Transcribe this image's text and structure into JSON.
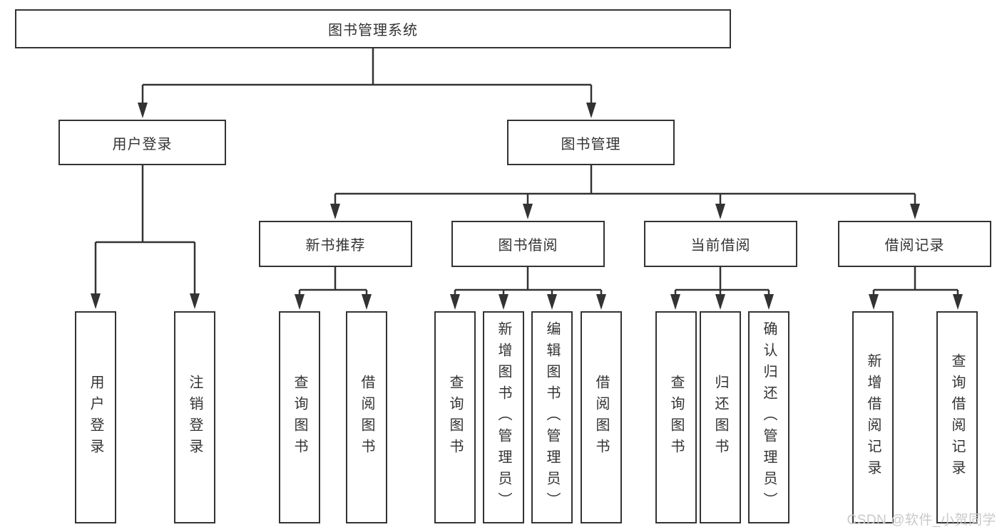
{
  "diagram": {
    "root": {
      "label": "图书管理系统"
    },
    "level2": [
      {
        "label": "用户登录"
      },
      {
        "label": "图书管理"
      }
    ],
    "level3": [
      {
        "label": "新书推荐",
        "parent": "图书管理"
      },
      {
        "label": "图书借阅",
        "parent": "图书管理"
      },
      {
        "label": "当前借阅",
        "parent": "图书管理"
      },
      {
        "label": "借阅记录",
        "parent": "图书管理"
      }
    ],
    "leaves": [
      {
        "label": "用户登录",
        "parent": "用户登录"
      },
      {
        "label": "注销登录",
        "parent": "用户登录"
      },
      {
        "label": "查询图书",
        "parent": "新书推荐"
      },
      {
        "label": "借阅图书",
        "parent": "新书推荐"
      },
      {
        "label": "查询图书",
        "parent": "图书借阅"
      },
      {
        "label": "新增图书（管理员）",
        "parent": "图书借阅"
      },
      {
        "label": "编辑图书（管理员）",
        "parent": "图书借阅"
      },
      {
        "label": "借阅图书",
        "parent": "图书借阅"
      },
      {
        "label": "查询图书",
        "parent": "当前借阅"
      },
      {
        "label": "归还图书",
        "parent": "当前借阅"
      },
      {
        "label": "确认归还（管理员）",
        "parent": "当前借阅"
      },
      {
        "label": "新增借阅记录",
        "parent": "借阅记录"
      },
      {
        "label": "查询借阅记录",
        "parent": "借阅记录"
      }
    ]
  },
  "watermark": {
    "text": "CSDN @软件_小贺同学"
  },
  "colors": {
    "line": "#333333",
    "box_border": "#333333",
    "text": "#333333",
    "watermark": "#c9c9c9",
    "background": "#ffffff"
  }
}
